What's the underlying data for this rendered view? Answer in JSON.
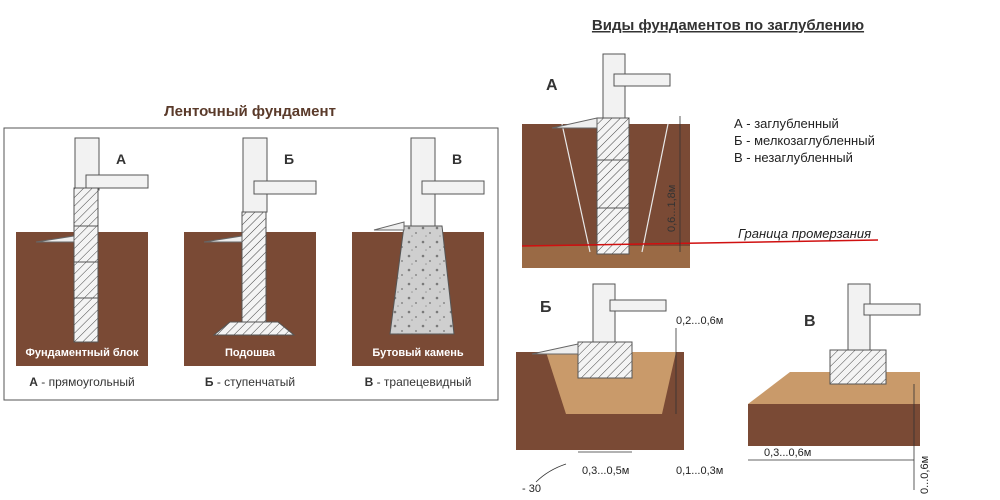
{
  "left": {
    "title": "Ленточный фундамент",
    "panels": [
      {
        "letter": "А",
        "inner_label": "Фундаментный блок",
        "caption_letter": "А",
        "caption_text": " - прямоугольный"
      },
      {
        "letter": "Б",
        "inner_label": "Подошва",
        "caption_letter": "Б",
        "caption_text": " - ступенчатый"
      },
      {
        "letter": "В",
        "inner_label": "Бутовый камень",
        "caption_letter": "В",
        "caption_text": " - трапецевидный"
      }
    ]
  },
  "right": {
    "title": "Виды фундаментов по заглублению",
    "legend": [
      "А - заглубленный",
      "Б - мелкозаглубленный",
      "В - незаглубленный"
    ],
    "diagram_a": {
      "letter": "А",
      "depth_label": "0,6...1,8м",
      "frost_line_label": "Граница промерзания"
    },
    "diagram_b": {
      "letter": "Б",
      "depth_label": "0,2...0,6м",
      "width_label": "0,3...0,5м",
      "extra_label": "0,1...0,3м",
      "angle_label": "- 30"
    },
    "diagram_v": {
      "letter": "В",
      "width_label": "0,3...0,6м",
      "depth_label": "0...0,6м"
    }
  },
  "colors": {
    "soil": "#7a4a35",
    "soil_light": "#c99a6a",
    "frost_line": "#d01010",
    "concrete": "#f2f2f2"
  }
}
